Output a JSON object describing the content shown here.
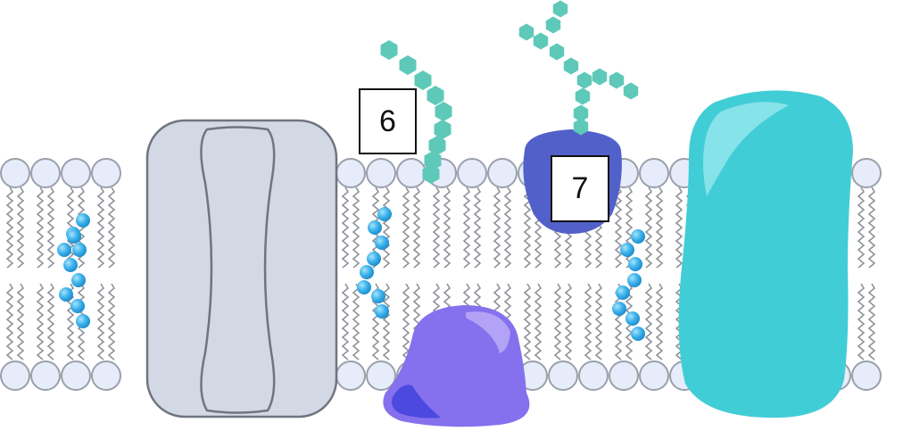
{
  "labels": [
    {
      "id": "6",
      "text": "6"
    },
    {
      "id": "7",
      "text": "7"
    }
  ],
  "colors": {
    "lipid_head": "#e6ecfa",
    "lipid_head_stroke": "#9aa0ab",
    "lipid_tail": "#8f9298",
    "cholesterol": "#3fb4ec",
    "channel_protein": "#d2d8e4",
    "channel_outline": "#6f7480",
    "glycolipid_chain": "#5ec9b8",
    "glycoprotein": "#5261c9",
    "peripheral_protein": "#8570ee",
    "integral_protein": "#41cdd6"
  }
}
